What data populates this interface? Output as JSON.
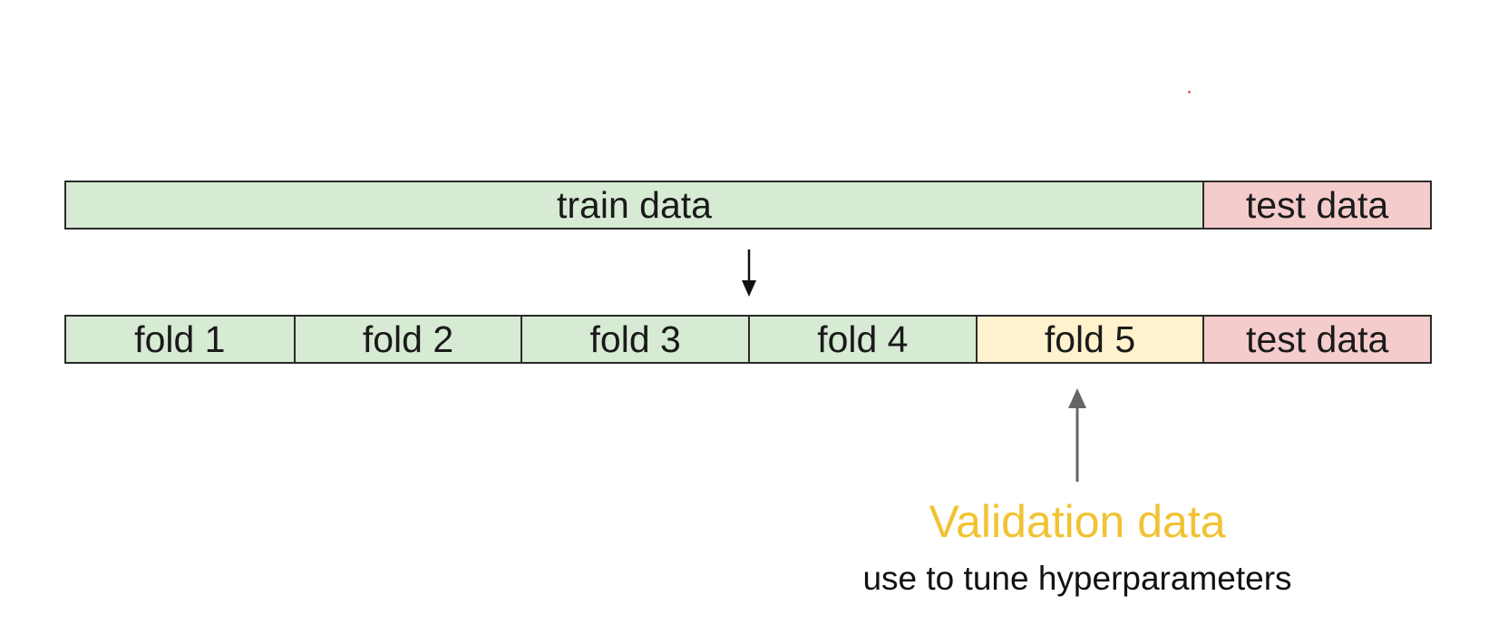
{
  "top_bar": {
    "train_label": "train data",
    "test_label": "test data"
  },
  "bottom_bar": {
    "folds": [
      "fold 1",
      "fold 2",
      "fold 3",
      "fold 4",
      "fold 5"
    ],
    "test_label": "test data"
  },
  "validation": {
    "title": "Validation data",
    "note": "use to tune hyperparameters"
  },
  "colors": {
    "train": "#d7ead3",
    "validation": "#fff2cc",
    "test": "#f4cccc",
    "validation_text": "#f1c232"
  }
}
